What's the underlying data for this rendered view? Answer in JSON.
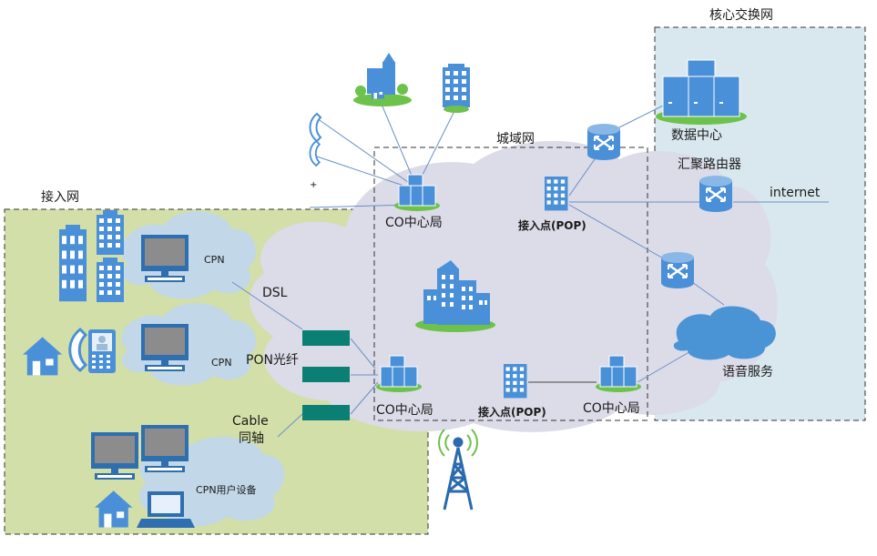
{
  "regions": {
    "access": "接入网",
    "metro": "城域网",
    "core": "核心交换网"
  },
  "nodes": {
    "co_top": "CO中心局",
    "co_left": "CO中心局",
    "co_right": "CO中心局",
    "pop_top": "接入点(POP)",
    "pop_bottom": "接入点(POP)",
    "datacenter": "数据中心",
    "agg_router": "汇聚路由器",
    "internet": "internet",
    "voice": "语音服务",
    "cpn_1": "CPN",
    "cpn_2": "CPN",
    "cpn_user": "CPN用户设备"
  },
  "links": {
    "dsl": "DSL",
    "pon": "PON光纤",
    "cable_1": "Cable",
    "cable_2": "同轴"
  },
  "colors": {
    "access_bg": "#d3dfa8",
    "core_bg": "#d9e8ef",
    "cloud_metro": "#dcdbe8",
    "cloud_cpn": "#c2d7e8",
    "voice_cloud": "#4a94d6",
    "icon_blue": "#4a90d9",
    "icon_light": "#e6f0fa",
    "green_base": "#6cc24a",
    "teal": "#0b7f74",
    "line": "#6b8fc6",
    "tower": "#2a6aad"
  },
  "icons": [
    "building-icon",
    "house-icon",
    "phone-icon",
    "videophone-icon",
    "computer-icon",
    "laptop-icon",
    "server-cluster-icon",
    "router-icon",
    "datacenter-icon",
    "radio-tower-icon",
    "splitter-icon"
  ]
}
